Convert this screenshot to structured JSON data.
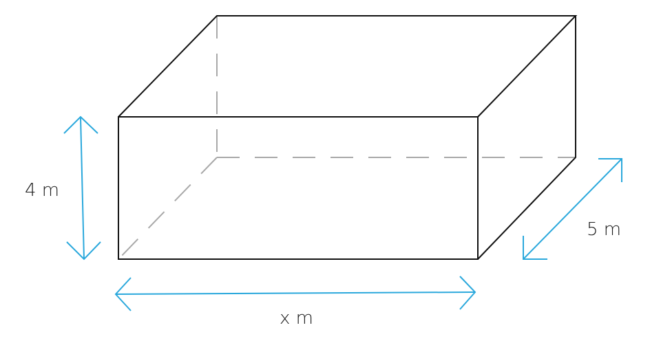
{
  "figure": {
    "type": "rectangular-prism",
    "colors": {
      "edge": "#111111",
      "hidden_edge": "#a8a8a8",
      "dimension_arrow": "#2aa8dc",
      "background": "#ffffff",
      "text": "#1a1a1a"
    },
    "dimensions": {
      "height": {
        "label": "4 m"
      },
      "depth": {
        "label": "5 m"
      },
      "length": {
        "label": "x m"
      }
    }
  }
}
